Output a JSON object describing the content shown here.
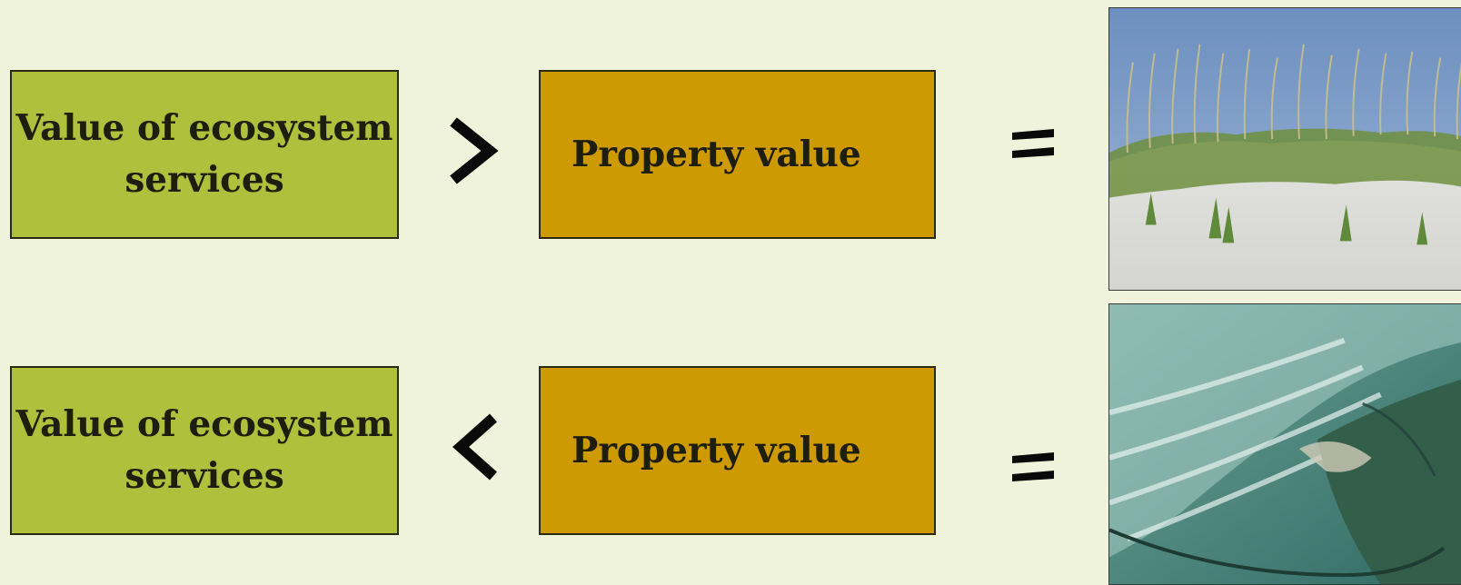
{
  "rows": [
    {
      "ecosystem_label": "Value of ecosystem services",
      "operator": ">",
      "property_label": "Property value",
      "equals": "=",
      "image": "beach-dune-grass"
    },
    {
      "ecosystem_label": "Value of ecosystem services",
      "operator": "<",
      "property_label": "Property value",
      "equals": "=",
      "image": "eroded-coastline-aerial"
    }
  ],
  "colors": {
    "background": "#f0f3dc",
    "ecosystem_box": "#afc13c",
    "property_box": "#cd9a02",
    "text": "#1e1e0e"
  }
}
